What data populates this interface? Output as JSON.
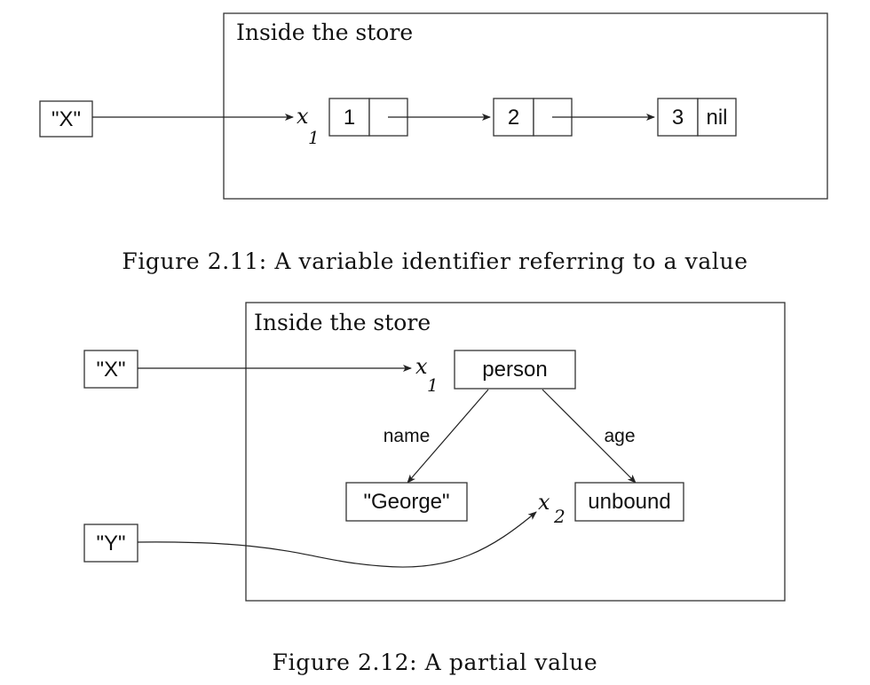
{
  "figure_a": {
    "store_label": "Inside the store",
    "identifier": "\"X\"",
    "variable": {
      "name": "x",
      "index": "1"
    },
    "cells": [
      {
        "value": "1",
        "next": ""
      },
      {
        "value": "2",
        "next": ""
      },
      {
        "value": "3",
        "next": "nil"
      }
    ],
    "caption": "Figure 2.11: A variable identifier referring to a value"
  },
  "figure_b": {
    "store_label": "Inside the store",
    "identifiers": {
      "x": "\"X\"",
      "y": "\"Y\""
    },
    "var1": {
      "name": "x",
      "index": "1"
    },
    "var2": {
      "name": "x",
      "index": "2"
    },
    "record": "person",
    "field_name": "name",
    "field_age": "age",
    "name_value": "\"George\"",
    "age_value": "unbound",
    "caption": "Figure 2.12: A partial value"
  }
}
